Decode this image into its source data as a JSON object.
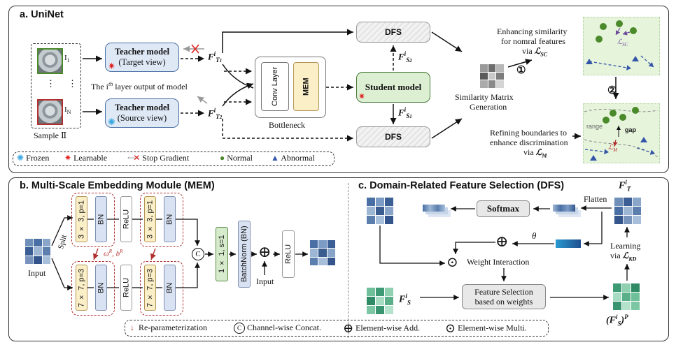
{
  "panel_a": {
    "title": "a. UniNet",
    "sample_label": "Sample Ⅱ",
    "img1_label": "I",
    "img1_sub": "1",
    "imgN_label": "I",
    "imgN_sub": "N",
    "dots_left": "⋮",
    "dots_right": "⋮",
    "teacher1_title": "Teacher model",
    "teacher1_sub": "(Target view)",
    "teacher2_title": "Teacher model",
    "teacher2_sub": "(Source view)",
    "layer_output_label": "The i",
    "layer_output_sup": "th",
    "layer_output_rest": " layer output of model",
    "ft1": "F",
    "ft1_sup": "i",
    "ft1_sub": "T",
    "ft1_subsub": "1",
    "ft2": "F",
    "ft2_sup": "i",
    "ft2_sub": "T",
    "ft2_subsub": "2",
    "conv_layer": "Conv Layer",
    "mem": "MEM",
    "bottleneck": "Bottleneck",
    "student": "Student model",
    "dfs_top": "DFS",
    "dfs_bottom": "DFS",
    "fs2": "F",
    "fs2_sup": "i",
    "fs2_sub": "S",
    "fs2_subsub": "2",
    "fs1": "F",
    "fs1_sup": "i",
    "fs1_sub": "S",
    "fs1_subsub": "1",
    "similarity_line1": "Similarity Matrix",
    "similarity_line2": "Generation",
    "step1": "①",
    "step2": "②",
    "enh_line1": "Enhancing similarity",
    "enh_line2": "for nomral features",
    "enh_line3": "via ",
    "enh_loss": "ℒ",
    "enh_loss_sub": "SC",
    "ref_line1": "Refining boundaries to",
    "ref_line2": "enhance discrimination",
    "ref_line3": "via ",
    "ref_loss": "ℒ",
    "ref_loss_sub": "M",
    "lsc_label": "ℒ",
    "lsc_sub": "SC",
    "lm_label": "ℒ",
    "lm_sub": "M",
    "range_label": "range",
    "gap_label": "gap"
  },
  "legend_a": {
    "frozen": "Frozen",
    "learnable": "Learnable",
    "stop_gradient": "Stop Gradient",
    "normal": "Normal",
    "abnormal": "Abnormal"
  },
  "panel_b": {
    "title": "b. Multi-Scale Embedding Module (MEM)",
    "input_left": "Input",
    "split": "Split",
    "conv3": "3 × 3, p=1",
    "conv7": "7 × 7, p=3",
    "bn": "BN",
    "relu": "ReLU",
    "reparam_params": "ω",
    "reparam_sup1": "R",
    "reparam_mid": ", b",
    "reparam_sup2": "R",
    "concat_sym": "C",
    "conv1": "1 × 1, s=1",
    "batchnorm": "BatchNorm (BN)",
    "add_sym": "⊕",
    "input_bottom": "Input",
    "relu_final": "ReLU"
  },
  "legend_b": {
    "reparam": "Re-parameterization",
    "concat": "Channel-wise Concat.",
    "add": "Element-wise Add.",
    "multi": "Element-wise Multi."
  },
  "panel_c": {
    "title": "c. Domain-Related Feature Selection (DFS)",
    "ft": "F",
    "ft_sup": "i",
    "ft_sub": "T",
    "flatten": "Flatten",
    "softmax": "Softmax",
    "theta": "θ",
    "weight_interaction": "Weight Interaction",
    "fs": "F",
    "fs_sup": "i",
    "fs_sub": "S",
    "fsel_line1": "Feature Selection",
    "fsel_line2": "based on weights",
    "learning": "Learning",
    "via": "via ",
    "lkd": "ℒ",
    "lkd_sub": "KD",
    "fsp": "(F",
    "fsp_sup": "i",
    "fsp_sub": "S",
    "fsp_close": ")",
    "fsp_p": "P"
  },
  "colors": {
    "teacher_fill": "#dfe9f6",
    "student_fill": "#dcefd3",
    "mem_fill": "#fbefc8",
    "frozen": "#3aa7e0",
    "learnable": "#e02020",
    "normal": "#4a8a2a",
    "abnormal": "#3556a8"
  }
}
